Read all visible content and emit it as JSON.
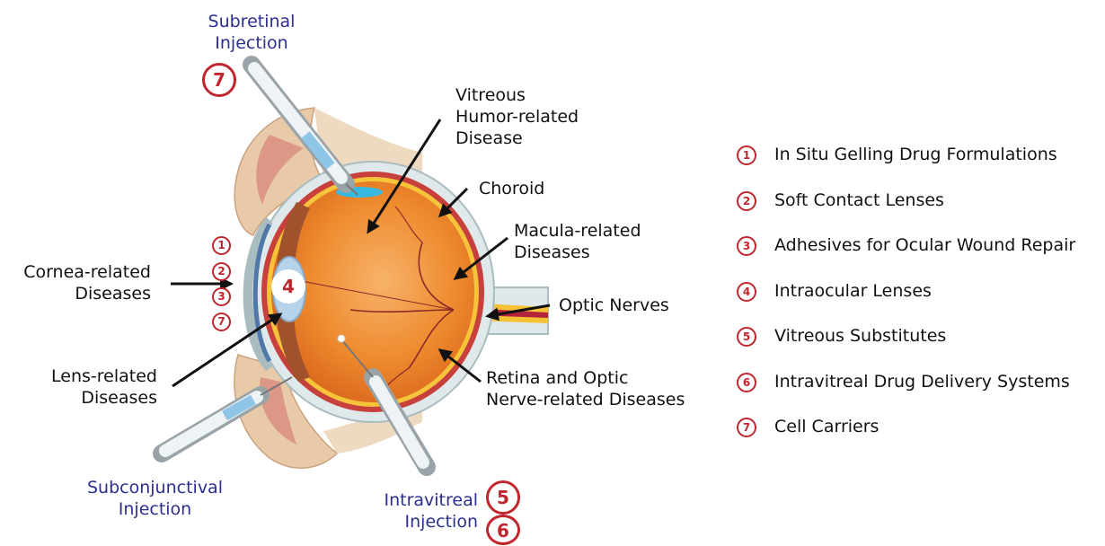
{
  "labels": {
    "subretinal": [
      "Subretinal",
      "Injection"
    ],
    "subretinal_num": "7",
    "vitreous": [
      "Vitreous",
      "Humor-related",
      "Disease"
    ],
    "choroid": "Choroid",
    "macula": [
      "Macula-related",
      "Diseases"
    ],
    "optic_nerves": "Optic Nerves",
    "retina": [
      "Retina and Optic",
      "Nerve-related Diseases"
    ],
    "cornea": [
      "Cornea-related",
      "Diseases"
    ],
    "cornea_nums": [
      "1",
      "2",
      "3",
      "7"
    ],
    "lens": [
      "Lens-related",
      "Diseases"
    ],
    "lens_num": "4",
    "subconjunctival": [
      "Subconjunctival",
      "Injection"
    ],
    "intravitreal": [
      "Intravitreal",
      "Injection"
    ],
    "intravitreal_nums": [
      "5",
      "6"
    ]
  },
  "legend": [
    {
      "num": "1",
      "text": "In Situ Gelling Drug Formulations"
    },
    {
      "num": "2",
      "text": "Soft Contact Lenses"
    },
    {
      "num": "3",
      "text": "Adhesives for Ocular Wound Repair"
    },
    {
      "num": "4",
      "text": "Intraocular Lenses"
    },
    {
      "num": "5",
      "text": "Vitreous Substitutes"
    },
    {
      "num": "6",
      "text": "Intravitreal Drug Delivery Systems"
    },
    {
      "num": "7",
      "text": "Cell Carriers"
    }
  ],
  "colors": {
    "accent_red": "#c0262d",
    "label_blue": "#2b2f8f",
    "eyeball_orange": "#ef8a2c",
    "sclera": "#dfe8ea",
    "skin": "#e8c9a8"
  }
}
